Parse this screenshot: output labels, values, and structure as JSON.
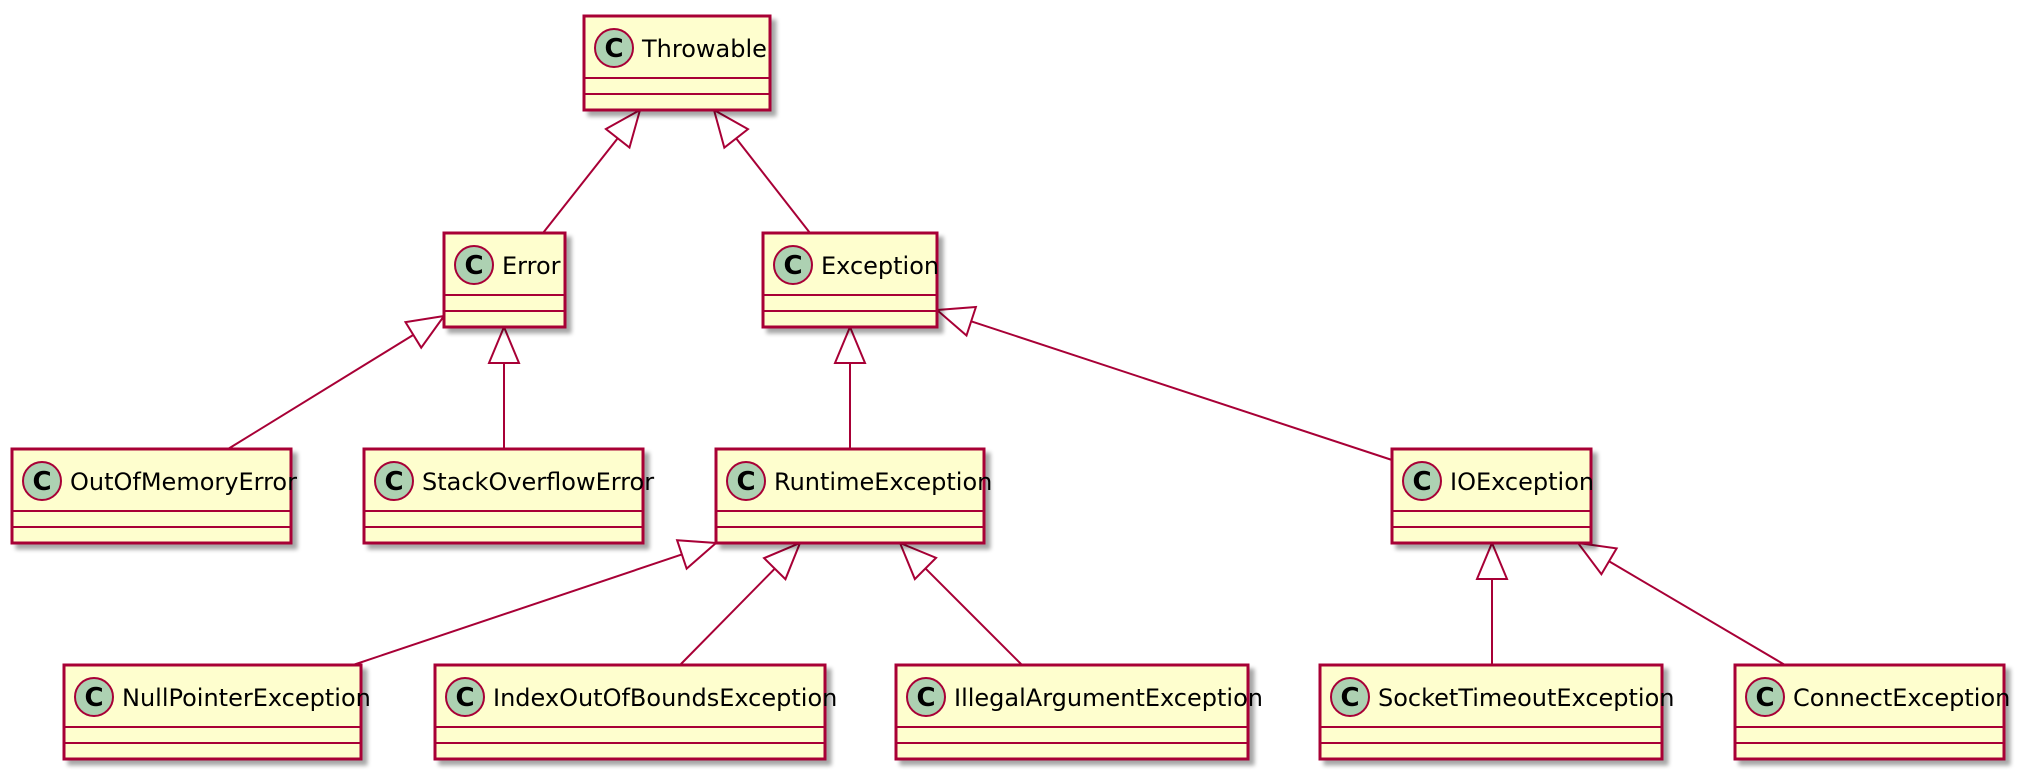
{
  "diagram": {
    "classes": [
      {
        "id": "throwable",
        "name": "Throwable",
        "stereotype": "C"
      },
      {
        "id": "error",
        "name": "Error",
        "stereotype": "C"
      },
      {
        "id": "exception",
        "name": "Exception",
        "stereotype": "C"
      },
      {
        "id": "outofmemoryerror",
        "name": "OutOfMemoryError",
        "stereotype": "C"
      },
      {
        "id": "stackoverflowerror",
        "name": "StackOverflowError",
        "stereotype": "C"
      },
      {
        "id": "runtimeexception",
        "name": "RuntimeException",
        "stereotype": "C"
      },
      {
        "id": "ioexception",
        "name": "IOException",
        "stereotype": "C"
      },
      {
        "id": "nullpointerexception",
        "name": "NullPointerException",
        "stereotype": "C"
      },
      {
        "id": "indexoutofboundsexception",
        "name": "IndexOutOfBoundsException",
        "stereotype": "C"
      },
      {
        "id": "illegalargumentexception",
        "name": "IllegalArgumentException",
        "stereotype": "C"
      },
      {
        "id": "sockettimeoutexception",
        "name": "SocketTimeoutException",
        "stereotype": "C"
      },
      {
        "id": "connectexception",
        "name": "ConnectException",
        "stereotype": "C"
      }
    ],
    "relations": [
      {
        "parent": "throwable",
        "child": "error",
        "type": "inheritance"
      },
      {
        "parent": "throwable",
        "child": "exception",
        "type": "inheritance"
      },
      {
        "parent": "error",
        "child": "outofmemoryerror",
        "type": "inheritance"
      },
      {
        "parent": "error",
        "child": "stackoverflowerror",
        "type": "inheritance"
      },
      {
        "parent": "exception",
        "child": "runtimeexception",
        "type": "inheritance"
      },
      {
        "parent": "exception",
        "child": "ioexception",
        "type": "inheritance"
      },
      {
        "parent": "runtimeexception",
        "child": "nullpointerexception",
        "type": "inheritance"
      },
      {
        "parent": "runtimeexception",
        "child": "indexoutofboundsexception",
        "type": "inheritance"
      },
      {
        "parent": "runtimeexception",
        "child": "illegalargumentexception",
        "type": "inheritance"
      },
      {
        "parent": "ioexception",
        "child": "sockettimeoutexception",
        "type": "inheritance"
      },
      {
        "parent": "ioexception",
        "child": "connectexception",
        "type": "inheritance"
      }
    ],
    "colors": {
      "box_fill": "#FEFECE",
      "box_border": "#A80036",
      "spot_fill": "#ADD1B2",
      "edge": "#A80036",
      "shadow": "#C8C8C8"
    }
  }
}
